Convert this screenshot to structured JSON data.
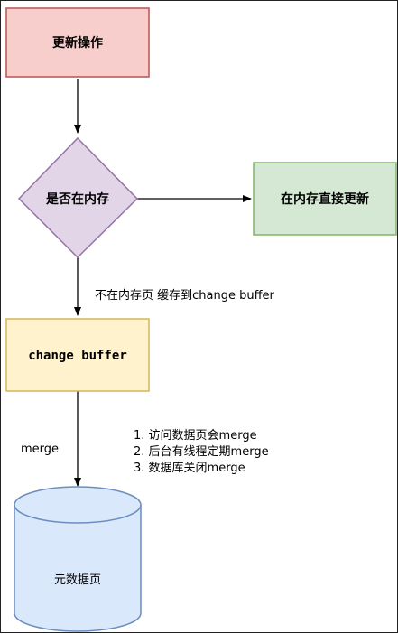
{
  "nodes": {
    "update": {
      "label": "更新操作",
      "fill": "#f8cecc",
      "stroke": "#b85450"
    },
    "decision": {
      "label": "是否在内存",
      "fill": "#e1d5e7",
      "stroke": "#9673a6"
    },
    "in_memory": {
      "label": "在内存直接更新",
      "fill": "#d5e8d4",
      "stroke": "#82b366"
    },
    "change_buffer": {
      "label": "change buffer",
      "fill": "#fff2cc",
      "stroke": "#d6b656"
    },
    "data_page": {
      "label": "元数据页",
      "fill": "#dae8fc",
      "stroke": "#6c8ebf"
    }
  },
  "edges": {
    "not_in_memory_label": "不在内存页 缓存到change buffer",
    "merge_label": "merge",
    "merge_triggers": [
      "1. 访问数据页会merge",
      "2. 后台有线程定期merge",
      "3. 数据库关闭merge"
    ]
  }
}
